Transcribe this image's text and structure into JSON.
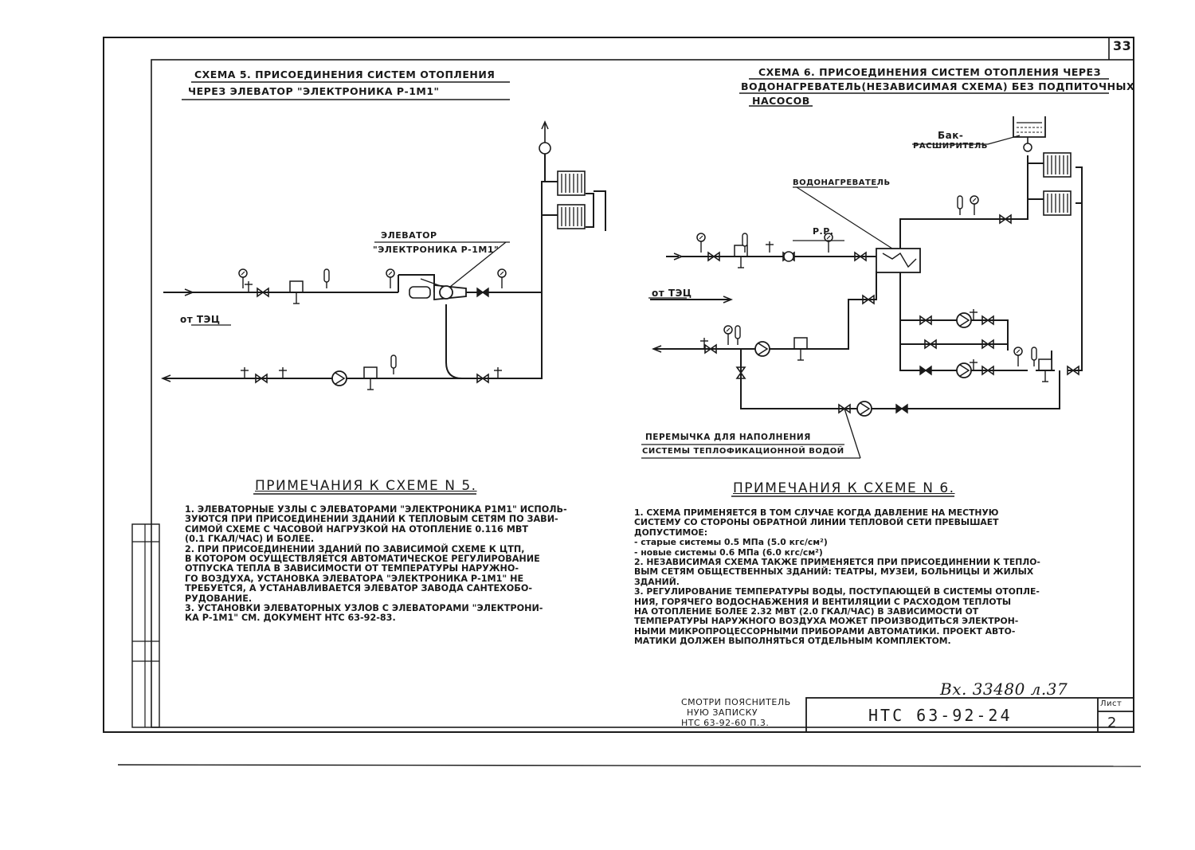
{
  "page_number": "33",
  "scheme5": {
    "title_line1": "Схема 5. присоединения систем отопления",
    "title_line2": "через элеватор \"Электроника Р-1М1\"",
    "elevator_label1": "Элеватор",
    "elevator_label2": "\"Электроника Р-1М1\"",
    "from_tets": "от ТЭЦ"
  },
  "scheme6": {
    "title_line1": "Схема 6. присоединения систем отопления через",
    "title_line2": "водонагреватель(независимая схема) без подпиточных",
    "title_line3": "насосов",
    "tank_label1": "Бак-",
    "tank_label2": "расширитель",
    "heater_label": "водонагреватель",
    "rr_label": "Р.Р.",
    "from_tets": "от ТЭЦ",
    "bypass_label1": "Перемычка для наполнения",
    "bypass_label2": "системы теплофикационной водой"
  },
  "notes5": {
    "heading": "Примечания к схеме N 5.",
    "lines": [
      "1. Элеваторные узлы с элеваторами \"Электроника Р1М1\" исполь-",
      "зуются при присоединении зданий к тепловым сетям по зави-",
      "симой схеме с часовой нагрузкой на отопление 0.116 МВт",
      "(0.1 Гкал/час) и более.",
      "2. При присоединении зданий по зависимой схеме к ЦТП,",
      "в котором осуществляется автоматическое регулирование",
      "отпуска тепла в зависимости от температуры наружно-",
      "го воздуха, установка элеватора \"Электроника Р-1М1\" не",
      "требуется, а устанавливается элеватор завода Сантехобо-",
      "рудование.",
      "3. Установки элеваторных узлов с элеваторами \"Электрони-",
      "ка Р-1М1\" см. документ НТС 63-92-83."
    ]
  },
  "notes6": {
    "heading": "Примечания к схеме N 6.",
    "lines": [
      "1. Схема применяется в том случае когда давление на местную",
      "систему со стороны обратной линии тепловой сети превышает",
      "допустимое:",
      "- старые системы   0.5 МПа (5.0 кгс/см²)",
      "- новые системы    0.6 МПа (6.0 кгс/см²)",
      "2. Независимая схема также применяется при присоединении к тепло-",
      "вым сетям общественных зданий: театры, музеи, больницы и жилых",
      "зданий.",
      "3. Регулирование температуры воды, поступающей в системы отопле-",
      "ния, горячего водоснабжения и вентиляции с расходом теплоты",
      "на отопление более 2.32 МВт (2.0 Гкал/час) в зависимости от",
      "температуры наружного воздуха может производиться электрон-",
      "ными микропроцессорными приборами автоматики. Проект авто-",
      "матики должен выполняться отдельным комплектом."
    ]
  },
  "stamp": {
    "note_line1": "Смотри пояснитель",
    "note_line2": "ную записку",
    "note_line3": "НТС 63-92-60 п.3.",
    "doc_code": "НТС 63-92-24",
    "sheet_label": "Лист",
    "sheet_number": "2",
    "signature": "Вх. 33480 л.37"
  }
}
